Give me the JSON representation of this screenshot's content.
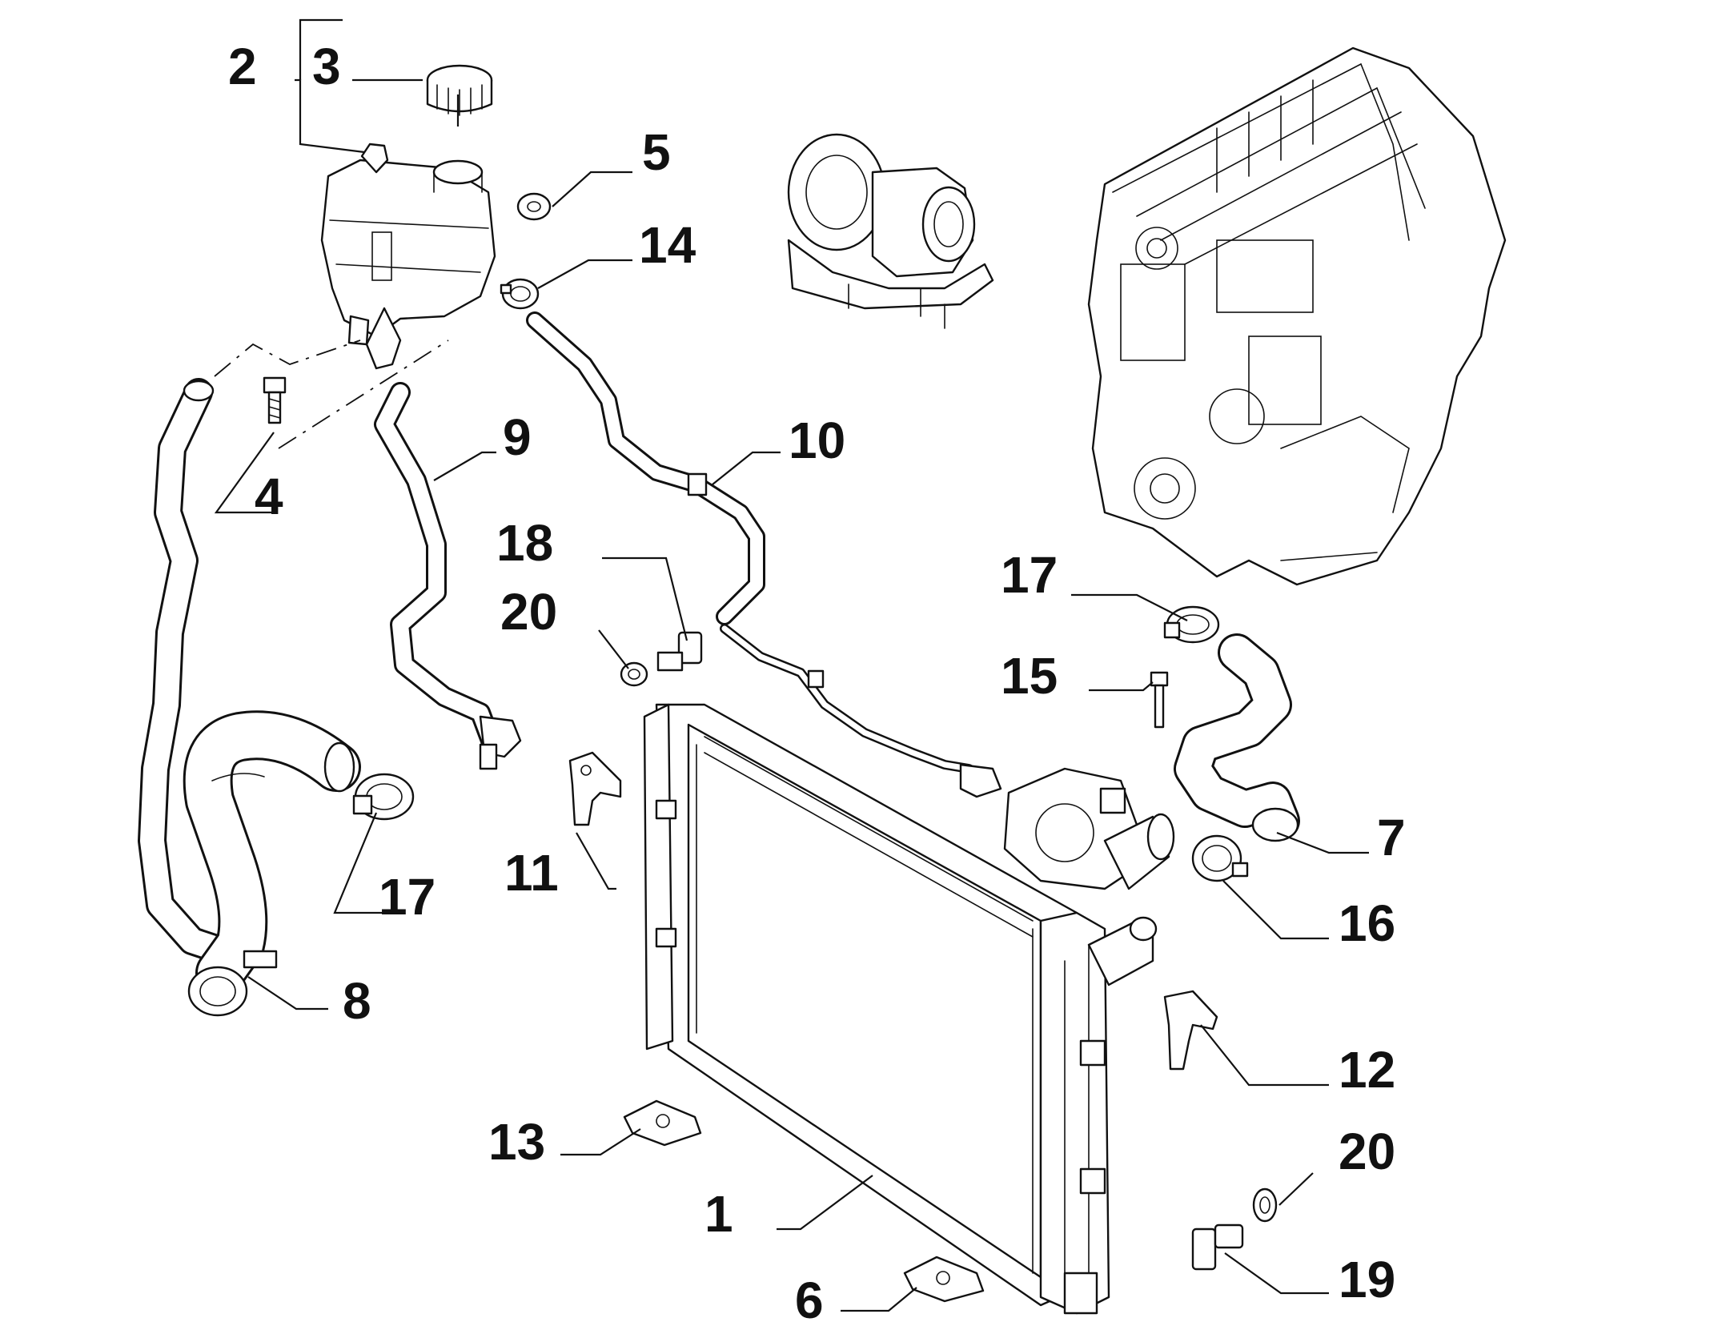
{
  "callouts": {
    "c1": "1",
    "c2": "2",
    "c3": "3",
    "c4": "4",
    "c5": "5",
    "c6": "6",
    "c7": "7",
    "c8": "8",
    "c9": "9",
    "c10": "10",
    "c11": "11",
    "c12": "12",
    "c13": "13",
    "c14": "14",
    "c15": "15",
    "c16": "16",
    "c17a": "17",
    "c17b": "17",
    "c18": "18",
    "c19": "19",
    "c20a": "20",
    "c20b": "20"
  }
}
